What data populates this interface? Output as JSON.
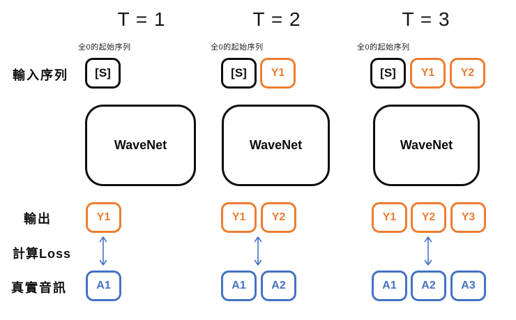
{
  "colors": {
    "box_orange": "#ED7D31",
    "box_blue": "#4472C4",
    "box_black": "#0d0d0d",
    "arrow_blue": "#4472C4",
    "background": "#ffffff"
  },
  "row_labels": {
    "input": "輸入序列",
    "output": "輸出",
    "loss": "計算Loss",
    "audio": "真實音訊"
  },
  "zero_seq_note": "全0的起始序列",
  "wavenet_label": "WaveNet",
  "columns": [
    {
      "title": "T = 1",
      "inputs": [
        "[S]"
      ],
      "outputs": [
        "Y1"
      ],
      "audio": [
        "A1"
      ]
    },
    {
      "title": "T = 2",
      "inputs": [
        "[S]",
        "Y1"
      ],
      "outputs": [
        "Y1",
        "Y2"
      ],
      "audio": [
        "A1",
        "A2"
      ]
    },
    {
      "title": "T = 3",
      "inputs": [
        "[S]",
        "Y1",
        "Y2"
      ],
      "outputs": [
        "Y1",
        "Y2",
        "Y3"
      ],
      "audio": [
        "A1",
        "A2",
        "A3"
      ]
    }
  ]
}
